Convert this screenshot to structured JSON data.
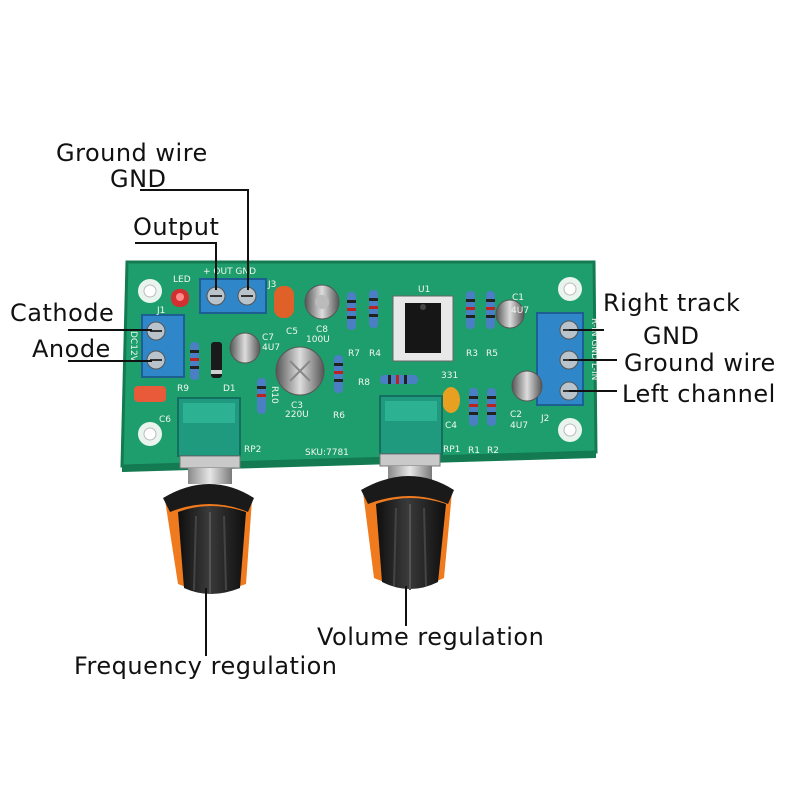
{
  "labels": {
    "ground_wire_top": "Ground wire",
    "gnd_top": "GND",
    "output": "Output",
    "cathode": "Cathode",
    "anode": "Anode",
    "right_track": "Right track",
    "gnd_right": "GND",
    "ground_wire_right": "Ground wire",
    "left_channel": "Left channel",
    "volume_regulation": "Volume regulation",
    "frequency_regulation": "Frequency regulation"
  },
  "board": {
    "sku": "SKU:7781",
    "ic_ref": "U1",
    "led": "LED",
    "out_marking": "+ OUT GND",
    "dc_marking": "DC12V",
    "in_marking": "R-IN GND L-IN",
    "components": {
      "j1": "J1",
      "j2": "J2",
      "j3": "J3",
      "c1": "C1",
      "c1v": "4U7",
      "c2": "C2",
      "c2v": "4U7",
      "c3": "C3",
      "c3v": "220U",
      "c4": "C4",
      "c5": "C5",
      "c6": "C6",
      "c7": "C7",
      "c7v": "4U7",
      "c8": "C8",
      "c8v": "100U",
      "r1": "R1",
      "r2": "R2",
      "r3": "R3",
      "r4": "R4",
      "r5": "R5",
      "r6": "R6",
      "r7": "R7",
      "r8": "R8",
      "r9": "R9",
      "r10": "R10",
      "d1": "D1",
      "rp1": "RP1",
      "rp2": "RP2",
      "c331": "331"
    }
  },
  "colors": {
    "pcb": "#1e9e6c",
    "pcb_dark": "#137a52",
    "terminal_blue": "#2f86c8",
    "pot_green": "#1f9a7e",
    "knob_orange": "#f07a1e",
    "knob_black": "#1a1a1a",
    "line": "#111111"
  }
}
